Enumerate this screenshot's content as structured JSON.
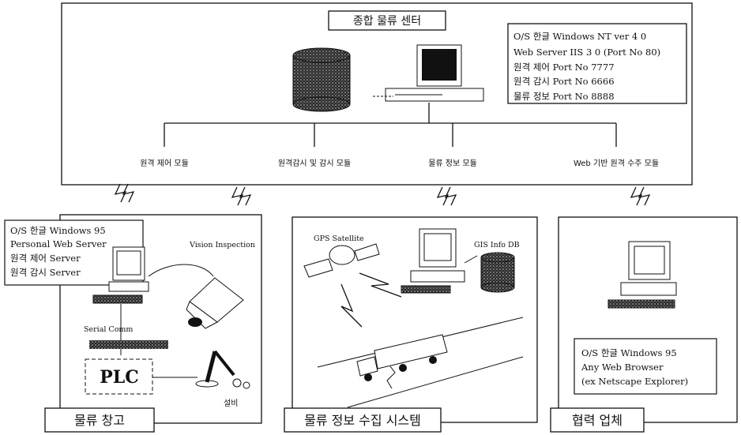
{
  "center": {
    "title": "종합 물류 센터",
    "info": [
      "O/S  한글 Windows NT ver 4 0",
      "Web Server IIS 3 0 (Port No  80)",
      "원격 제어 Port No  7777",
      "원격 감시 Port No  6666",
      "물류 정보 Port No  8888"
    ],
    "modules": [
      "원격 제어 모듈",
      "원격감시 및 감시 모듈",
      "물류 정보 모듈",
      "Web 기반 원격 수주 모듈"
    ]
  },
  "warehouse": {
    "title": "물류 창고",
    "info": [
      "O/S  한글 Windows 95",
      "Personal Web Server",
      "원격 제어 Server",
      "원격 감시 Server"
    ],
    "vision_label": "Vision Inspection",
    "serial_label": "Serial Comm",
    "plc_label": "PLC",
    "equipment_label": "설비"
  },
  "logistics": {
    "title": "물류 정보 수집 시스템",
    "gps_label": "GPS Satellite",
    "gis_label": "GIS Info DB"
  },
  "partner": {
    "title": "협력 업체",
    "info": [
      "O/S  한글 Windows 95",
      "Any Web Browser",
      "(ex  Netscape Explorer)"
    ]
  }
}
